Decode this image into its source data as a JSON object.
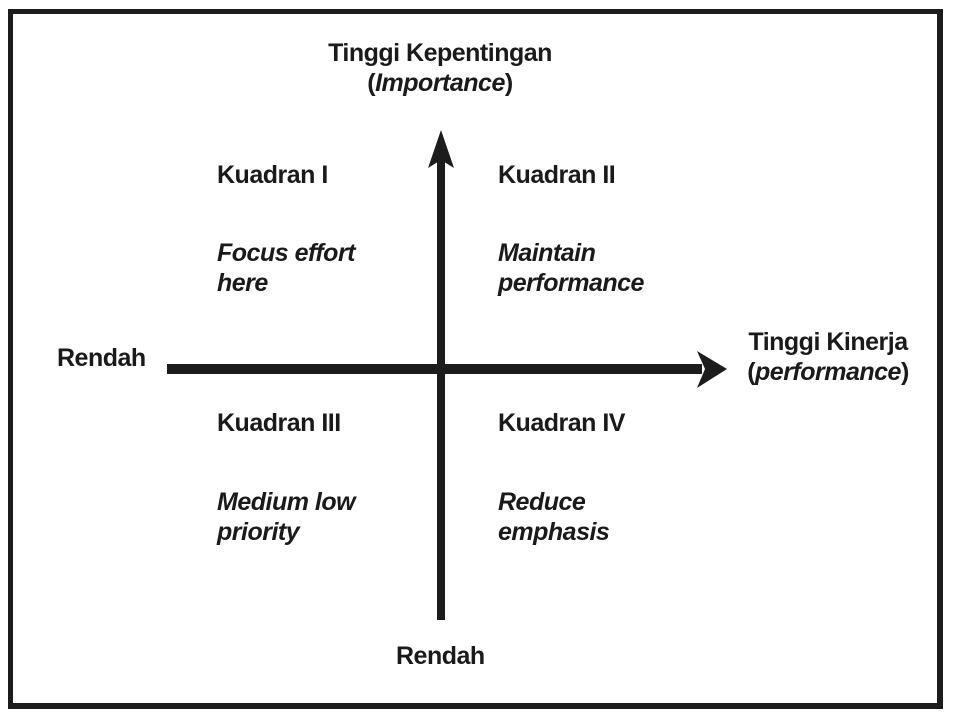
{
  "diagram": {
    "type": "importance-performance-matrix",
    "y_axis": {
      "high_label_line1": "Tinggi Kepentingan",
      "high_label_open": "(",
      "high_label_italic": "Importance",
      "high_label_close": ")",
      "low_label": "Rendah"
    },
    "x_axis": {
      "high_label_line1": "Tinggi Kinerja",
      "high_label_open": "(",
      "high_label_italic": "performance",
      "high_label_close": ")",
      "low_label": "Rendah"
    },
    "quadrants": [
      {
        "title": "Kuadran I",
        "desc_line1": "Focus effort",
        "desc_line2": "here"
      },
      {
        "title": "Kuadran II",
        "desc_line1": "Maintain",
        "desc_line2": "performance"
      },
      {
        "title": "Kuadran III",
        "desc_line1": "Medium low",
        "desc_line2": "priority"
      },
      {
        "title": "Kuadran IV",
        "desc_line1": "Reduce",
        "desc_line2": "emphasis"
      }
    ],
    "colors": {
      "ink": "#1c1c1c",
      "background": "#ffffff"
    }
  }
}
